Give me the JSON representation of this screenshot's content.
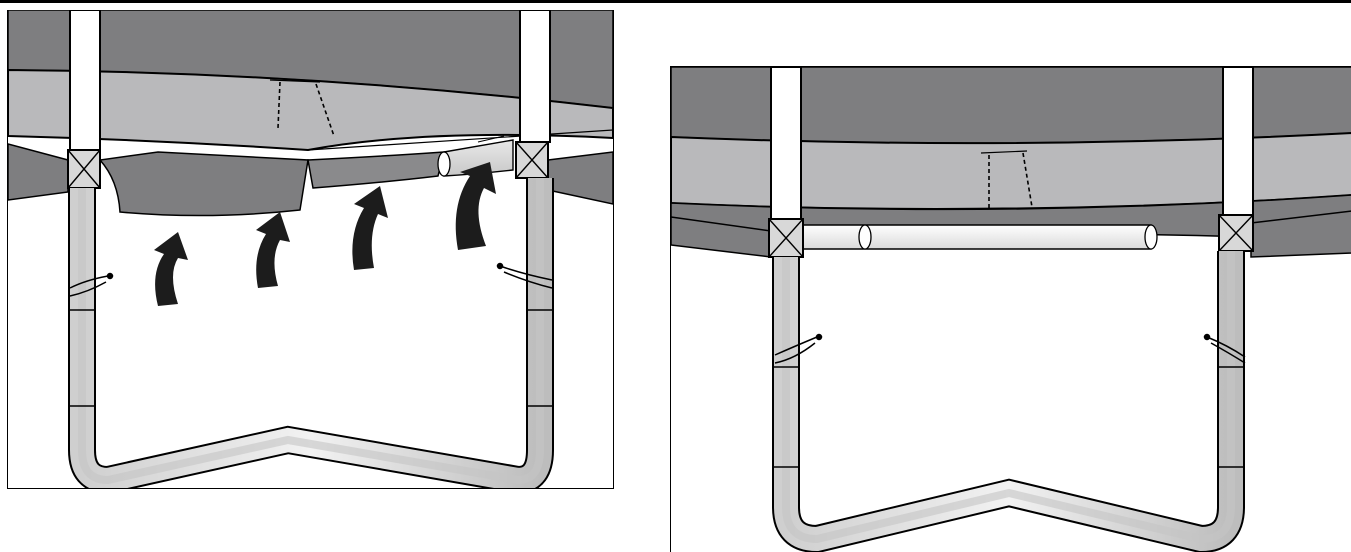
{
  "figure": {
    "panels": [
      {
        "id": "left",
        "step": "before",
        "arrow_count": 4
      },
      {
        "id": "right",
        "step": "after",
        "arrow_count": 0
      }
    ],
    "colors": {
      "mat": "#7e7e80",
      "pad": "#b9b9bb",
      "frame_tube": "#ffffff",
      "leg_shade": "#d4d4d4",
      "outline": "#000000",
      "arrow": "#1c1c1c"
    },
    "icons": [
      "curved-up-arrow-icon",
      "joint-bracket-icon",
      "spring-clip-icon"
    ]
  }
}
